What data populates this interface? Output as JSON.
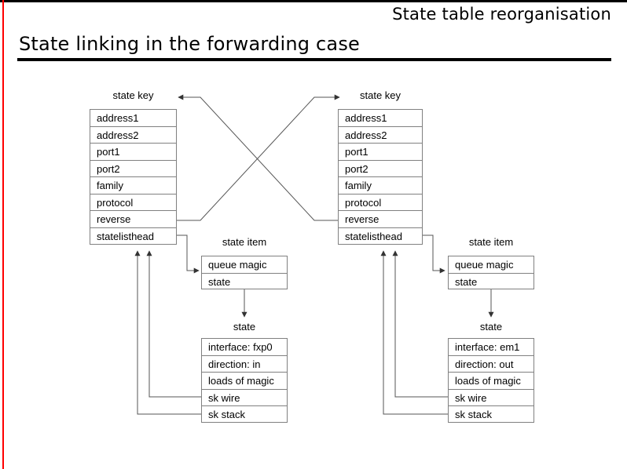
{
  "slide": {
    "kicker": "State table reorganisation",
    "title": "State linking in the forwarding case",
    "accent_color": "#ff0000",
    "rule_color": "#000000",
    "box_border_color": "#808080",
    "text_color": "#000000"
  },
  "diagram": {
    "state_key_left": {
      "caption": "state key",
      "rows": [
        "address1",
        "address2",
        "port1",
        "port2",
        "family",
        "protocol",
        "reverse",
        "statelisthead"
      ]
    },
    "state_key_right": {
      "caption": "state key",
      "rows": [
        "address1",
        "address2",
        "port1",
        "port2",
        "family",
        "protocol",
        "reverse",
        "statelisthead"
      ]
    },
    "state_item_left": {
      "caption": "state item",
      "rows": [
        "queue magic",
        "state"
      ]
    },
    "state_item_right": {
      "caption": "state item",
      "rows": [
        "queue magic",
        "state"
      ]
    },
    "state_left": {
      "caption": "state",
      "rows": [
        "interface: fxp0",
        "direction: in",
        "loads of magic",
        "sk wire",
        "sk stack"
      ]
    },
    "state_right": {
      "caption": "state",
      "rows": [
        "interface: em1",
        "direction: out",
        "loads of magic",
        "sk wire",
        "sk stack"
      ]
    }
  }
}
